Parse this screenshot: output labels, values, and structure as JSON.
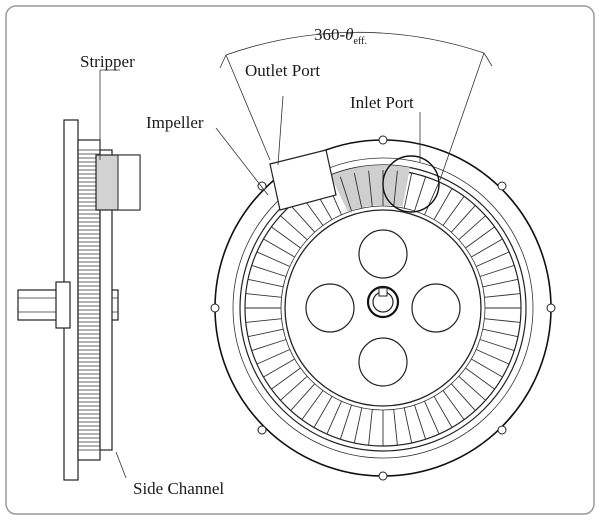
{
  "labels": {
    "stripper": "Stripper",
    "outlet_port": "Outlet Port",
    "impeller": "Impeller",
    "inlet_port": "Inlet Port",
    "side_channel": "Side Channel",
    "angle_prefix": "360-",
    "angle_theta": "θ",
    "angle_sub": "eff."
  },
  "impeller": {
    "blade_count": 60
  },
  "colors": {
    "frame": "#9a9a9a",
    "line": "#222222",
    "shade": "#cfcfcf"
  }
}
